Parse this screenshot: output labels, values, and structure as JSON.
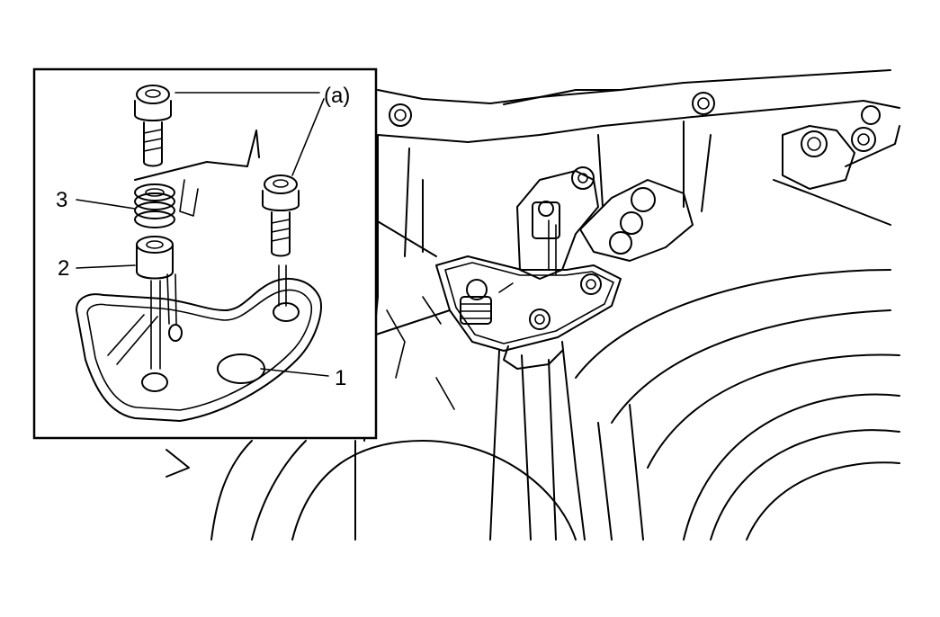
{
  "diagram": {
    "callouts": {
      "a": "(a)",
      "one": "1",
      "two": "2",
      "three": "3"
    },
    "colors": {
      "line": "#000000",
      "background": "#ffffff"
    }
  }
}
